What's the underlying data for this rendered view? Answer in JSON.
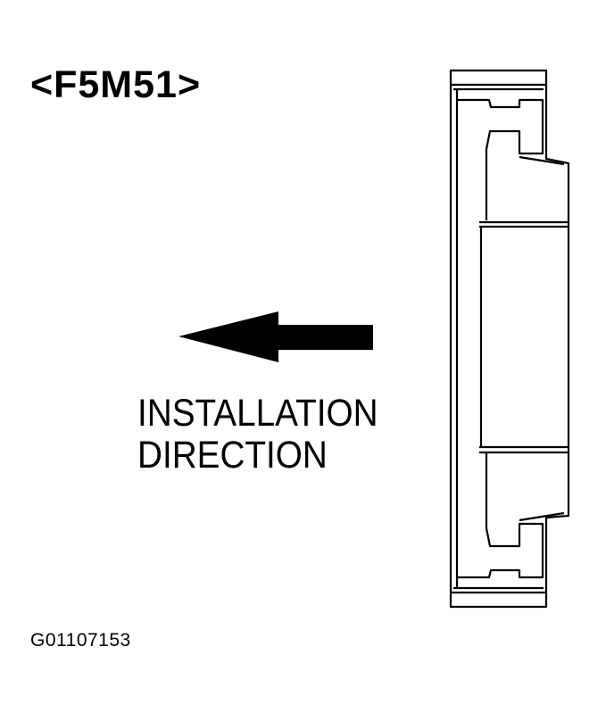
{
  "title": "<F5M51>",
  "caption": {
    "line1": "INSTALLATION",
    "line2": "DIRECTION"
  },
  "figure_id": "G01107153",
  "colors": {
    "ink": "#000000",
    "paper": "#ffffff"
  },
  "icons": {
    "arrow": "arrow-left-icon"
  }
}
